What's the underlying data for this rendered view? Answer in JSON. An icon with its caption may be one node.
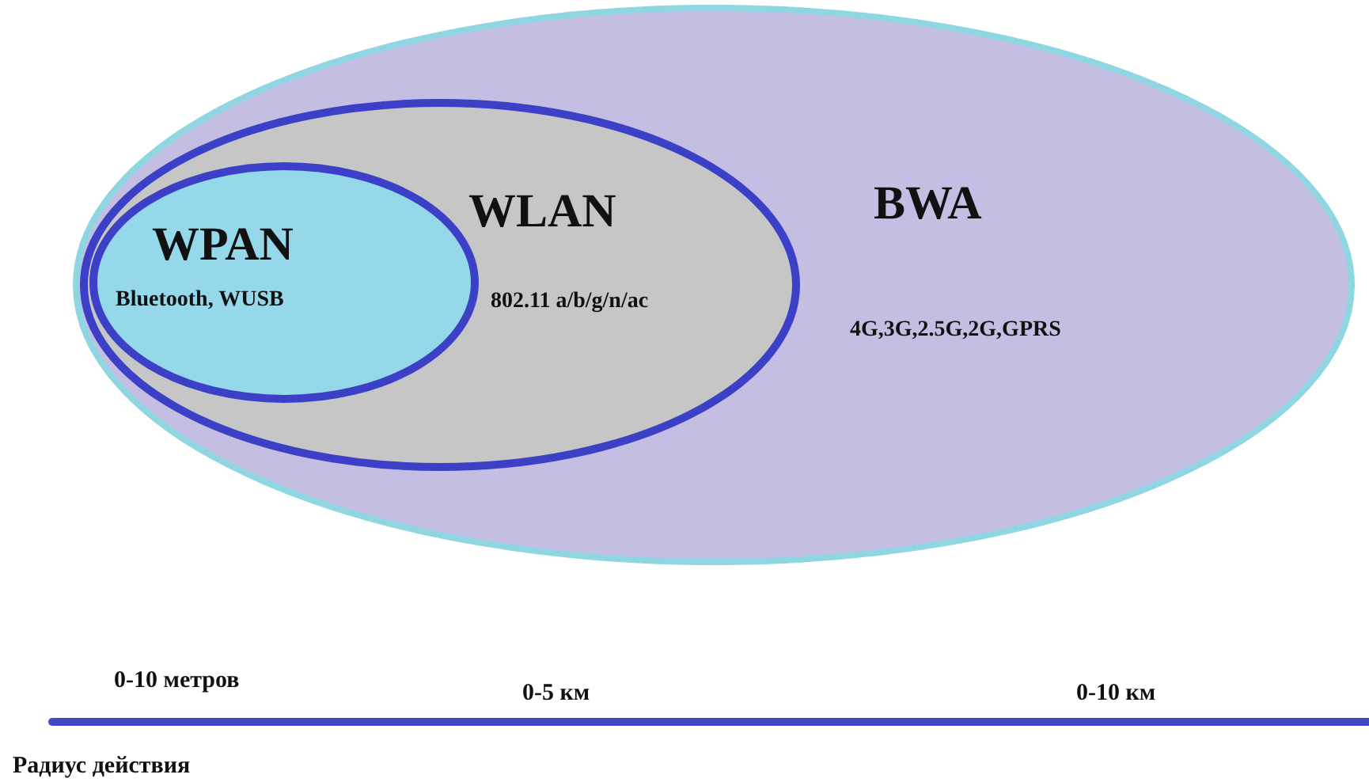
{
  "diagram": {
    "nodes": [
      {
        "text": [
          "BWA",
          "4G,3G,2.5G,2G,GPRS"
        ]
      },
      {
        "text": [
          "WLAN",
          "802.11 a/b/g/n/ac"
        ],
        "in": 0
      },
      {
        "text": [
          "WPAN",
          "Bluetooth, WUSB"
        ],
        "in": 1
      }
    ],
    "edges": [],
    "labels": [
      "0-10 метров",
      "0-5 км",
      "0-10 км",
      "Радиус действия"
    ]
  }
}
